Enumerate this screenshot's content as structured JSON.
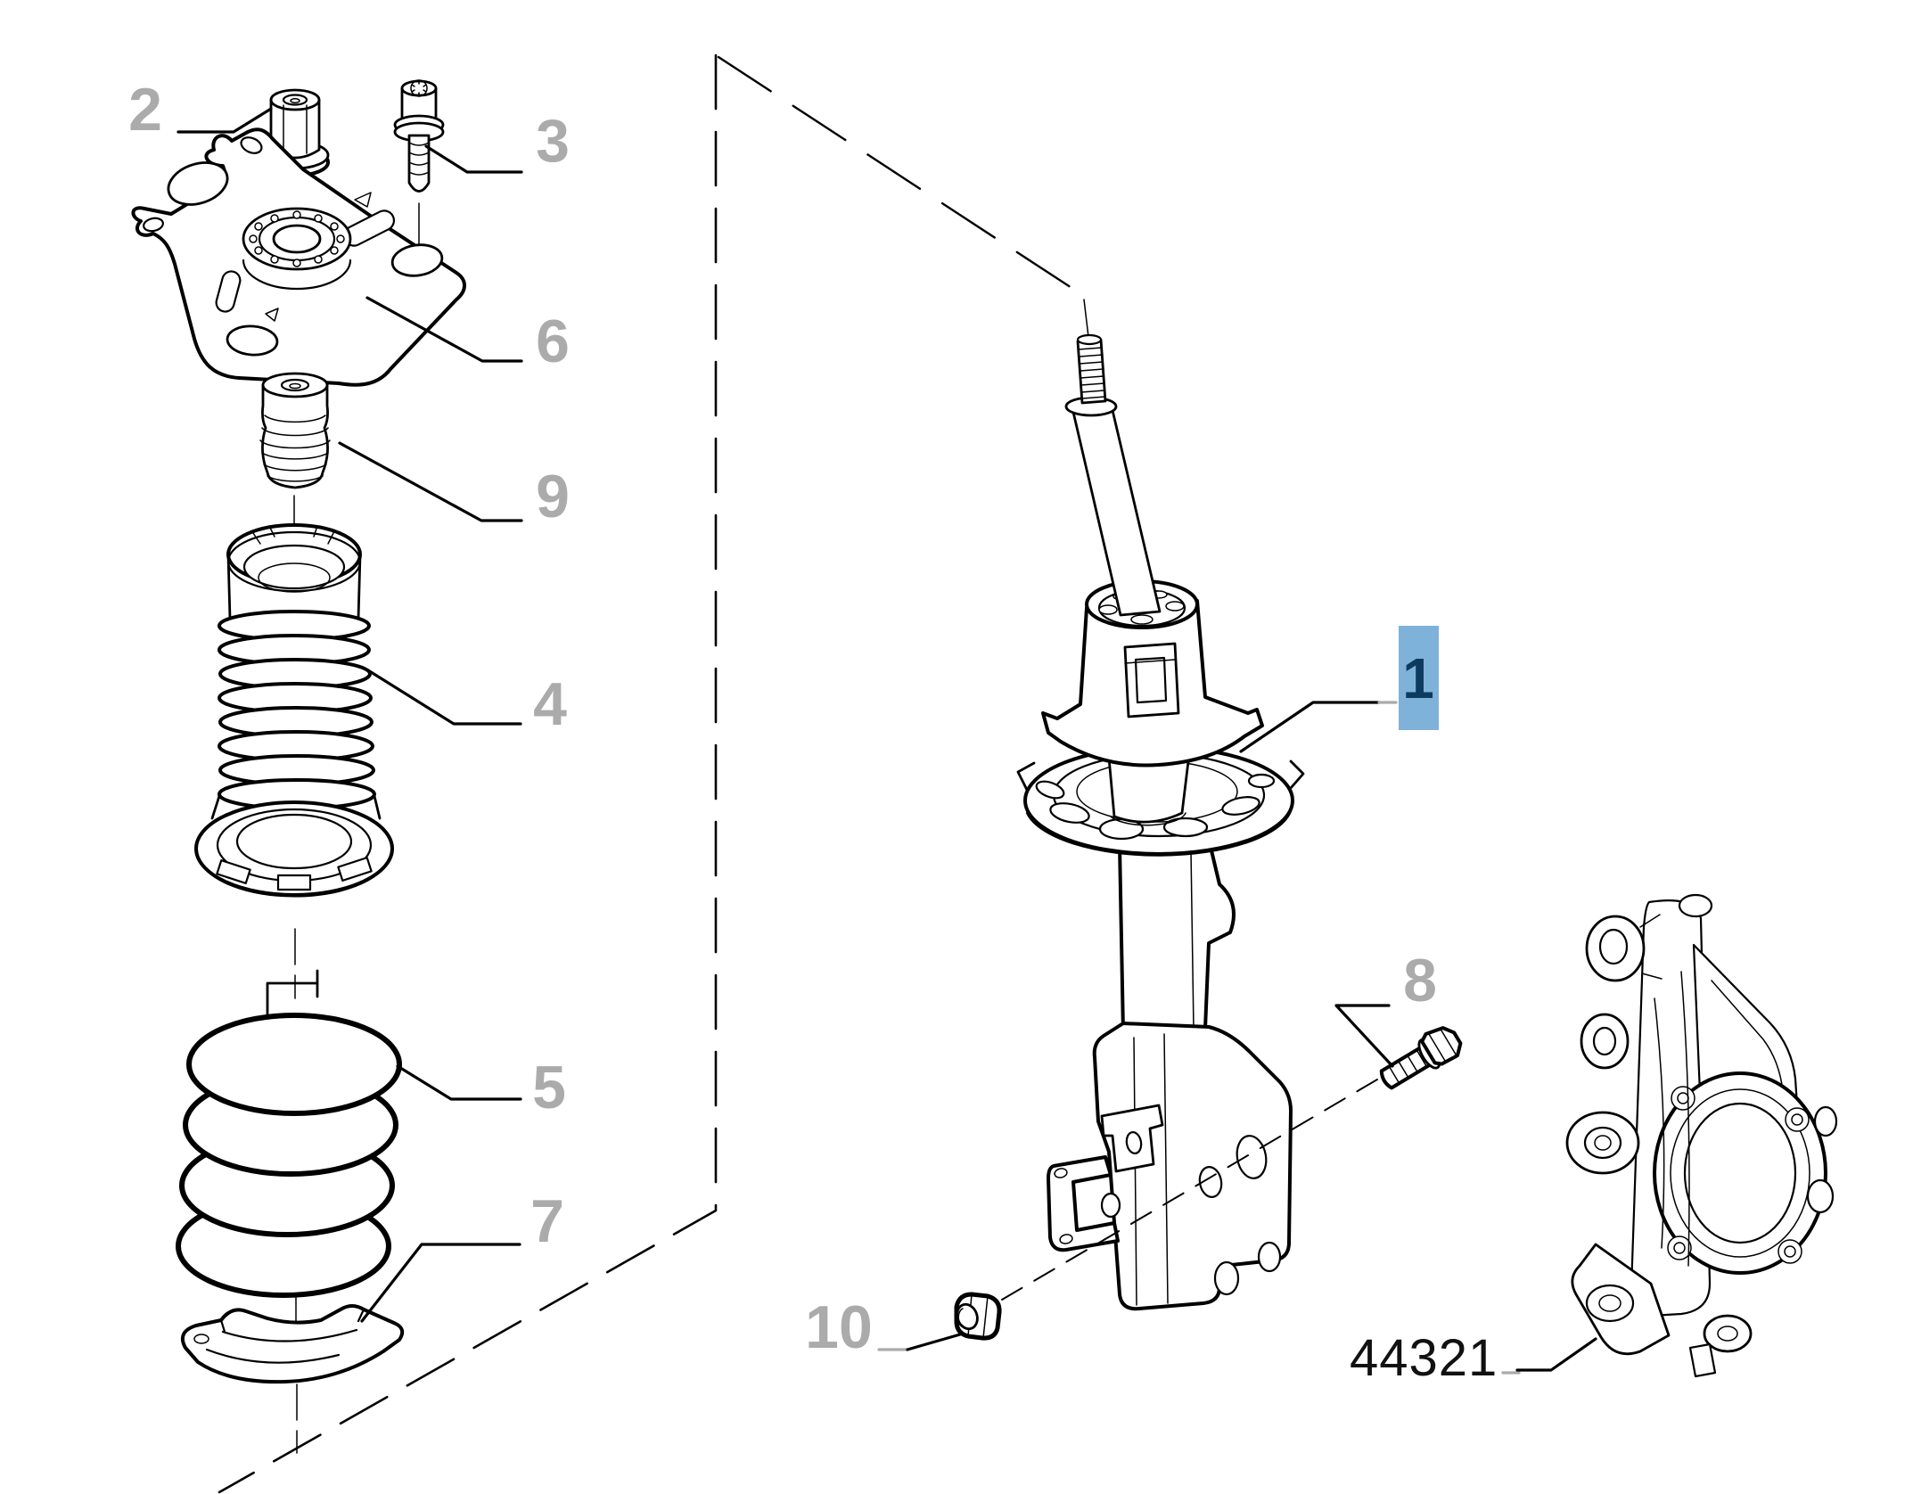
{
  "colors": {
    "background": "#ffffff",
    "line": "#000000",
    "callout": "#ababab",
    "highlight_box": "#7fb2d9",
    "highlight_number": "#0d3a5f",
    "reference_number": "#111111"
  },
  "callouts": {
    "c1": "1",
    "c2": "2",
    "c3": "3",
    "c4": "4",
    "c5": "5",
    "c6": "6",
    "c7": "7",
    "c8": "8",
    "c9": "9",
    "c10": "10"
  },
  "reference_number": "44321"
}
